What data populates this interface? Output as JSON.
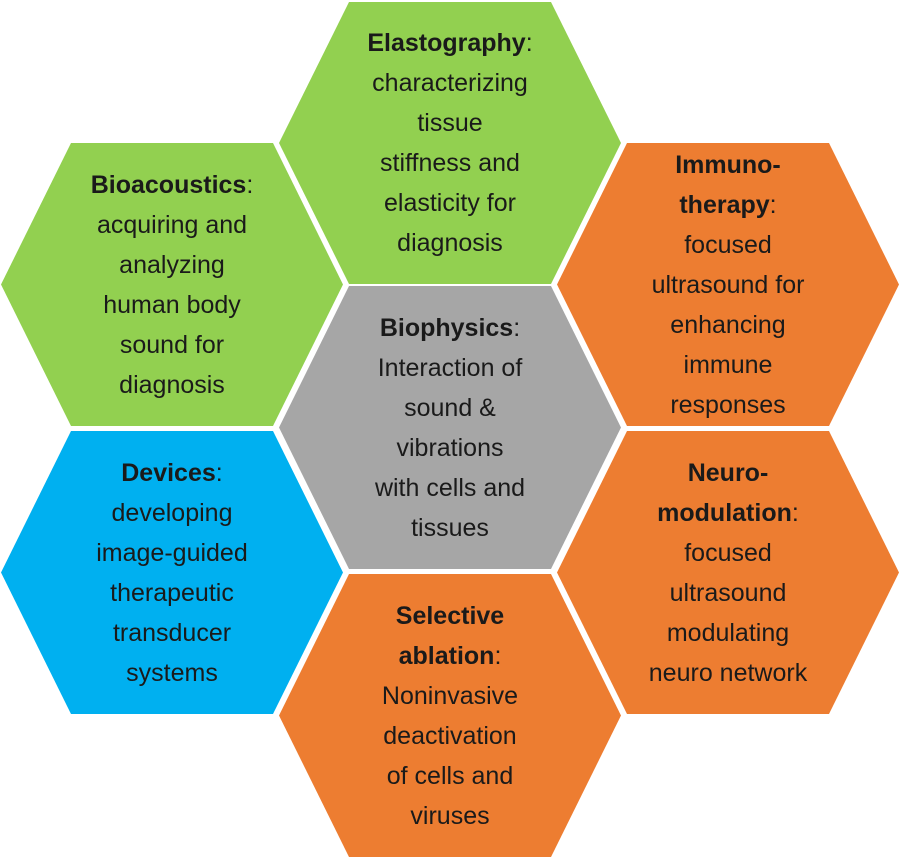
{
  "colors": {
    "green": "#92d050",
    "orange": "#ed7d31",
    "gray": "#a6a6a6",
    "blue": "#00b0f0"
  },
  "hexagons": {
    "elastography": {
      "color": "#92d050",
      "title": "Elastography",
      "lines": [
        "characterizing",
        "tissue",
        "stiffness and",
        "elasticity for",
        "diagnosis"
      ]
    },
    "bioacoustics": {
      "color": "#92d050",
      "title": "Bioacoustics",
      "lines": [
        "acquiring and",
        "analyzing",
        "human body",
        "sound for",
        "diagnosis"
      ]
    },
    "immunotherapy": {
      "color": "#ed7d31",
      "title_part1": "Immuno-",
      "title_part2": "therapy",
      "lines": [
        "focused",
        "ultrasound for",
        "enhancing",
        "immune",
        "responses"
      ]
    },
    "biophysics": {
      "color": "#a6a6a6",
      "title": "Biophysics",
      "lines": [
        "Interaction of",
        "sound &",
        "vibrations",
        "with cells and",
        "tissues"
      ]
    },
    "devices": {
      "color": "#00b0f0",
      "title": "Devices",
      "lines": [
        "developing",
        "image-guided",
        "therapeutic",
        "transducer",
        "systems"
      ]
    },
    "neuromodulation": {
      "color": "#ed7d31",
      "title_part1": "Neuro-",
      "title_part2": "modulation",
      "lines": [
        "focused",
        "ultrasound",
        "modulating",
        "neuro network"
      ]
    },
    "selective_ablation": {
      "color": "#ed7d31",
      "title_part1": "Selective",
      "title_part2": "ablation",
      "lines": [
        "Noninvasive",
        "deactivation",
        "of cells and",
        "viruses"
      ]
    }
  }
}
